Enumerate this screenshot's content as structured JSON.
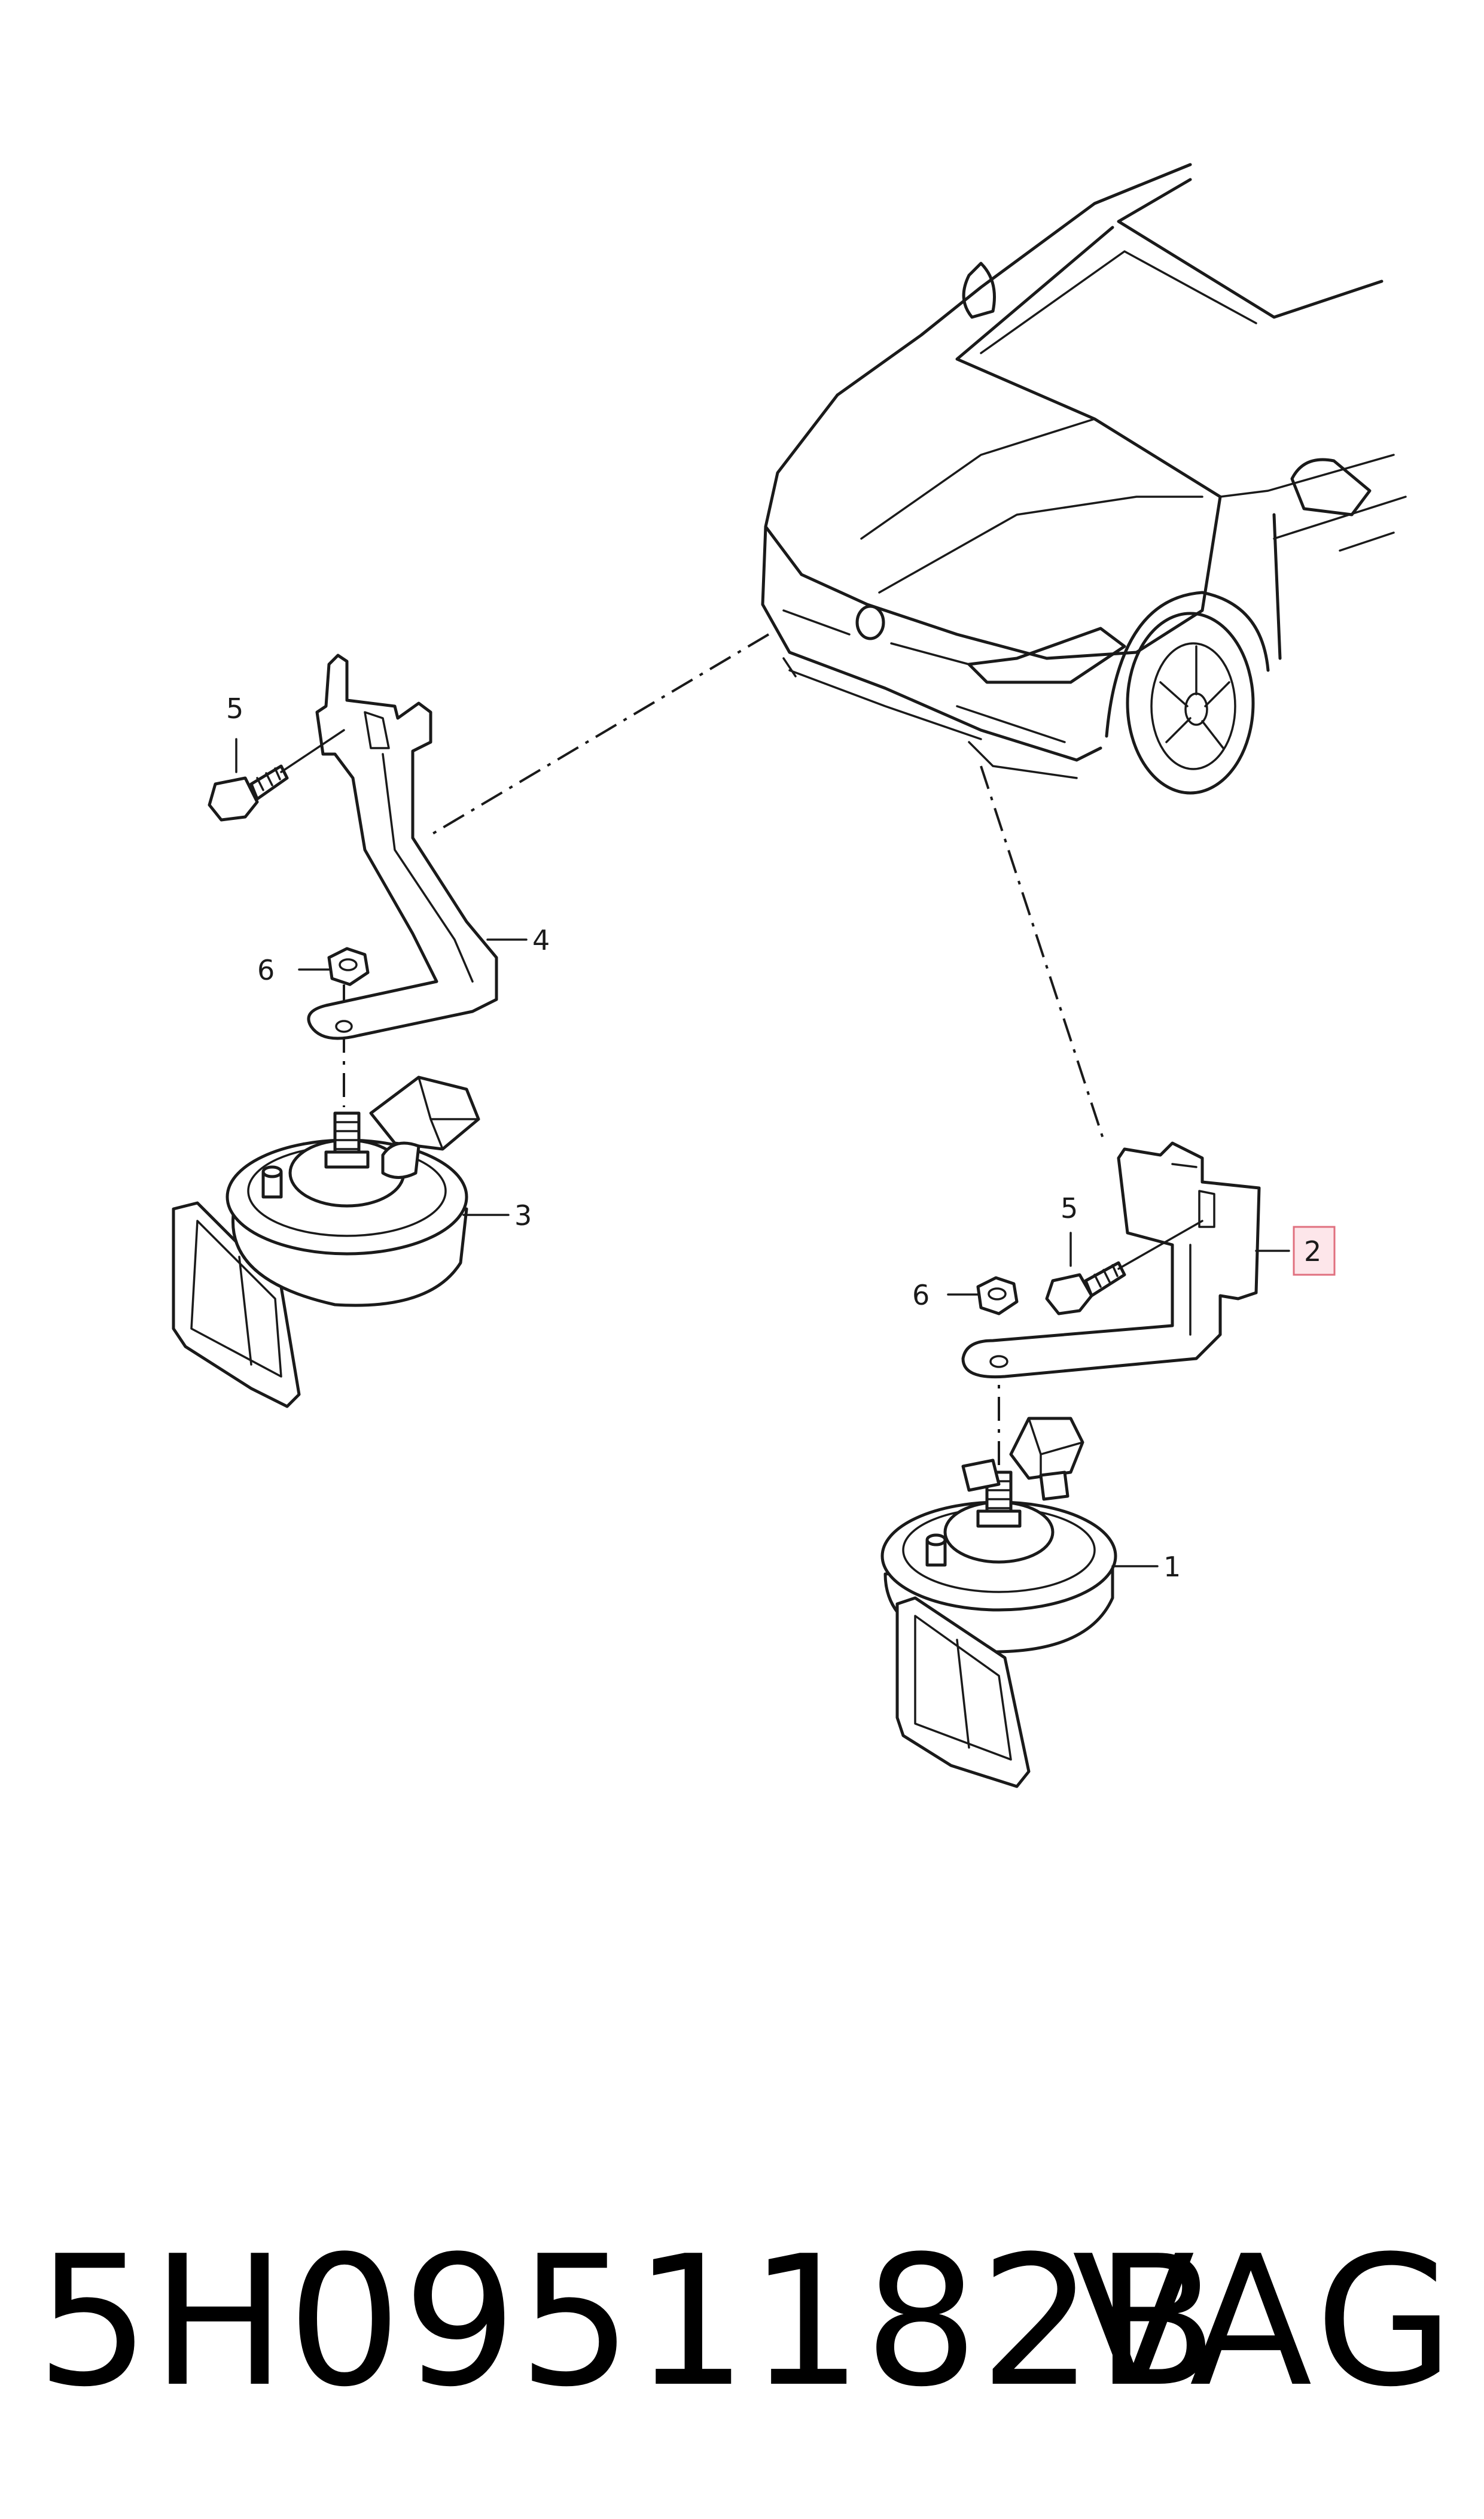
{
  "callouts": {
    "c1": "1",
    "c2": "2",
    "c3": "3",
    "c4": "4",
    "c5_left": "5",
    "c5_right": "5",
    "c6_left": "6",
    "c6_right": "6"
  },
  "highlight_color": "#e0707f",
  "footer": {
    "part_number": "5H0951182B",
    "brand": "VAG"
  }
}
